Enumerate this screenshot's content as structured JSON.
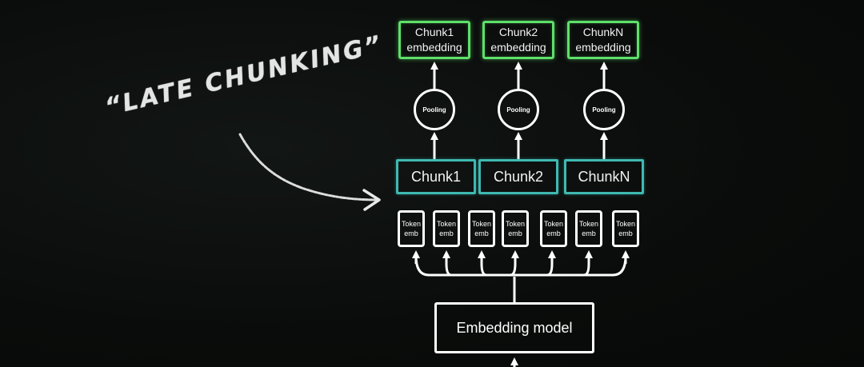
{
  "annotation": {
    "label": "“LATE CHUNKING”"
  },
  "chunk_embeddings": [
    {
      "line1": "Chunk1",
      "line2": "embedding"
    },
    {
      "line1": "Chunk2",
      "line2": "embedding"
    },
    {
      "line1": "ChunkN",
      "line2": "embedding"
    }
  ],
  "pooling_label": "Pooling",
  "chunks": [
    "Chunk1",
    "Chunk2",
    "ChunkN"
  ],
  "tokens": [
    {
      "line1": "Token",
      "line2": "emb"
    },
    {
      "line1": "Token",
      "line2": "emb"
    },
    {
      "line1": "Token",
      "line2": "emb"
    },
    {
      "line1": "Token",
      "line2": "emb"
    },
    {
      "line1": "Token",
      "line2": "emb"
    },
    {
      "line1": "Token",
      "line2": "emb"
    },
    {
      "line1": "Token",
      "line2": "emb"
    }
  ],
  "model": {
    "label": "Embedding model"
  },
  "colors": {
    "background": "#0b0d0c",
    "embedding_border": "#5ee06a",
    "chunk_border": "#3fb9b1",
    "line": "#ffffff",
    "annotation": "#e4e4e4"
  }
}
